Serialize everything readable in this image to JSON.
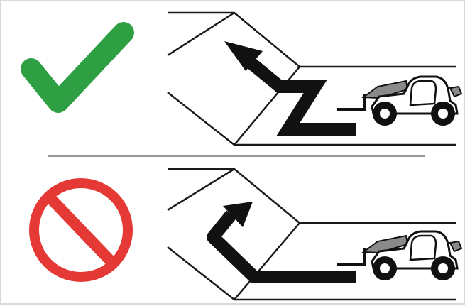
{
  "diagram": {
    "panels": [
      {
        "id": "correct",
        "indicator": "check-icon",
        "status_color": "#2ea043",
        "maneuver": "turn-then-reverse-into-bay"
      },
      {
        "id": "incorrect",
        "indicator": "prohibited-icon",
        "status_color": "#e53935",
        "maneuver": "direct-diagonal-into-bay"
      }
    ],
    "colors": {
      "line": "#1a1a1a",
      "arrow": "#111111",
      "vehicle_body": "#ffffff",
      "vehicle_outline": "#111111",
      "vehicle_shade": "#8a8a8a",
      "divider": "#999999"
    }
  }
}
